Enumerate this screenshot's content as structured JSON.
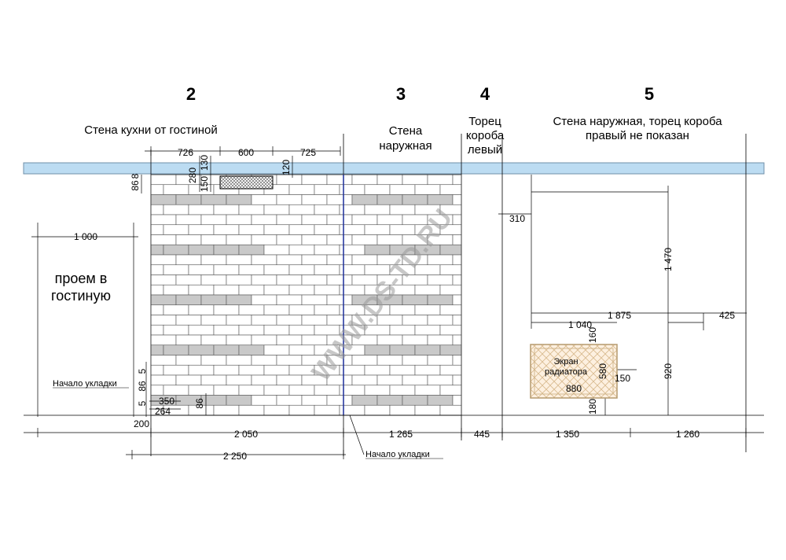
{
  "sections": [
    {
      "number": "2",
      "lines": [
        "Стена кухни  от гостиной"
      ]
    },
    {
      "number": "3",
      "lines": [
        "Стена",
        "наружная"
      ]
    },
    {
      "number": "4",
      "lines": [
        "Торец",
        "короба",
        "левый"
      ]
    },
    {
      "number": "5",
      "lines": [
        "Стена наружная, торец короба",
        "правый не показан"
      ]
    }
  ],
  "top_dims": [
    "726",
    "600",
    "725"
  ],
  "vent_dims": {
    "a": "280",
    "b": "130",
    "c": "150",
    "d": "120",
    "e": "86",
    "f": "8"
  },
  "opening": {
    "width": "1 000",
    "label_lines": [
      "проем в",
      "гостиную"
    ],
    "start_label": "Начало укладки"
  },
  "left_small": {
    "a": "5",
    "b": "86",
    "c": "5",
    "d": "350",
    "e": "264",
    "f": "86",
    "g": "200"
  },
  "bottom_dims": {
    "w2": "2 050",
    "w3": "1 265",
    "w4": "445",
    "w5a": "1 350",
    "w5b": "1 260",
    "total": "2 250",
    "start_label": "Начало укладки"
  },
  "right_dims": {
    "top": "310",
    "h1": "1 470",
    "w_full": "1 875",
    "w_left": "1 040",
    "w_right": "425",
    "h_low": "920"
  },
  "radiator": {
    "label_lines": [
      "Экран",
      "радиатора"
    ],
    "width": "880",
    "height": "580",
    "top": "160",
    "bottom": "180",
    "side": "150"
  },
  "watermark": "WWW.DS-TD.RU",
  "colors": {
    "band": "#bcdcf2",
    "band_stroke": "#6f8fa8",
    "brick_dark": "#c9c9c9",
    "brick_light": "#ffffff",
    "line": "#000000",
    "radiator_fill": "#fdf0e0",
    "radiator_stroke": "#b59a6e"
  }
}
